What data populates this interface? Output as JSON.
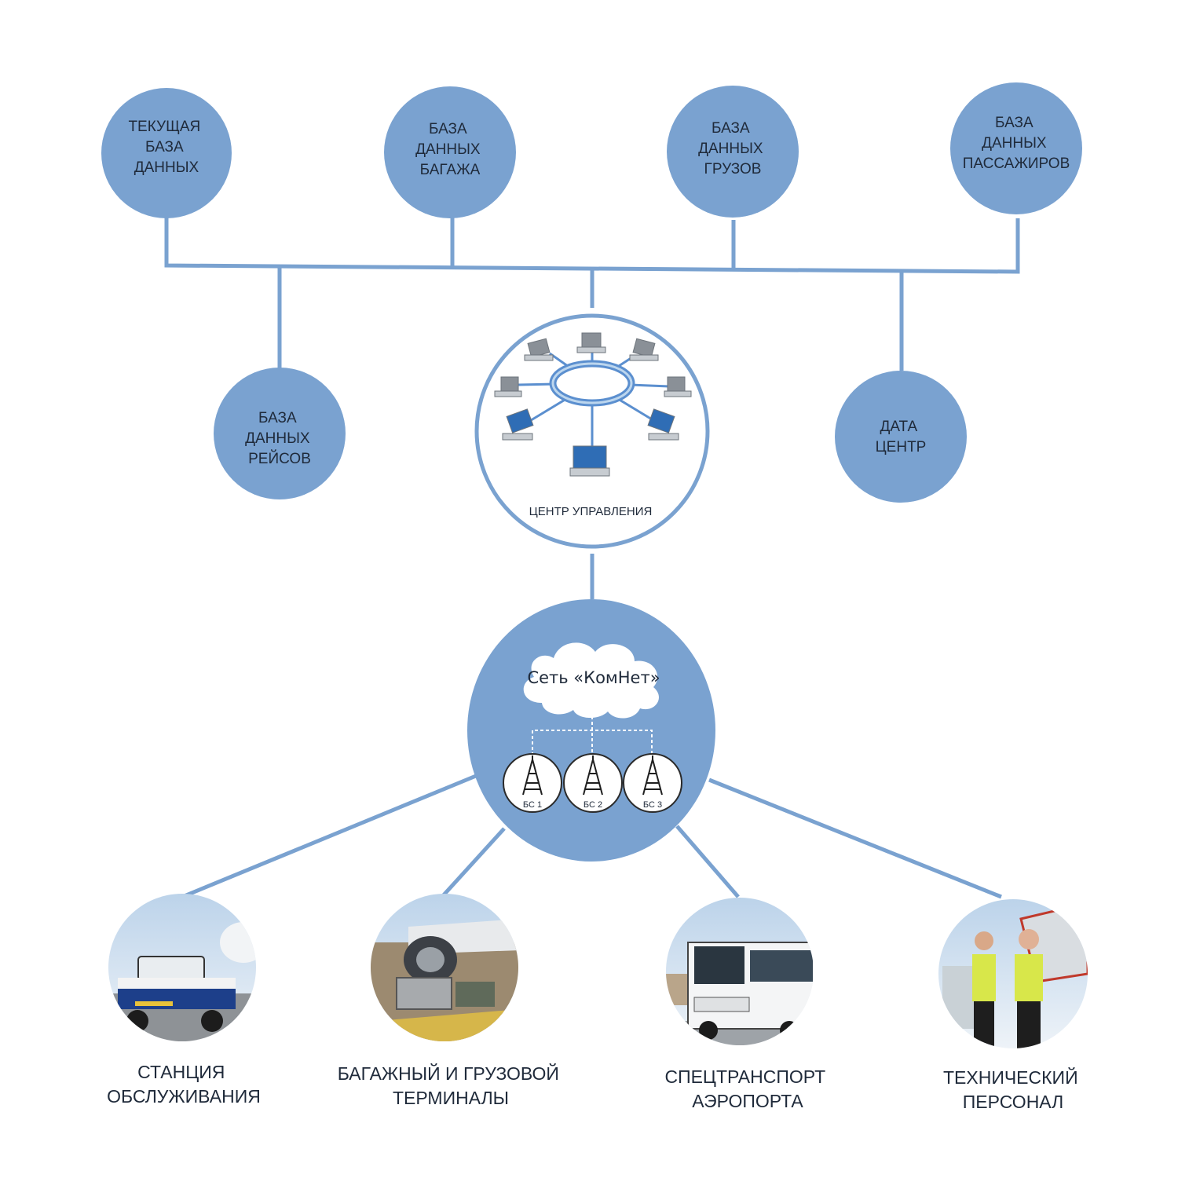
{
  "colors": {
    "node_fill": "#7aa2d0",
    "line": "#7aa2d0",
    "text": "#1f2a3a",
    "center_fill": "#ffffff"
  },
  "top_nodes": [
    {
      "lines": [
        "ТЕКУЩАЯ",
        "БАЗА",
        "ДАННЫХ"
      ]
    },
    {
      "lines": [
        "БАЗА",
        "ДАННЫХ",
        "БАГАЖА"
      ]
    },
    {
      "lines": [
        "БАЗА",
        "ДАННЫХ",
        "ГРУЗОВ"
      ]
    },
    {
      "lines": [
        "БАЗА",
        "ДАННЫХ",
        "ПАССАЖИРОВ"
      ]
    }
  ],
  "mid_nodes": [
    {
      "lines": [
        "БАЗА",
        "ДАННЫХ",
        "РЕЙСОВ"
      ]
    },
    {
      "lines": [
        "ДАТА",
        "ЦЕНТР"
      ]
    }
  ],
  "control_center": {
    "label": "ЦЕНТР УПРАВЛЕНИЯ",
    "icon": "ring-network-laptops-icon"
  },
  "network": {
    "label": "Сеть «КомНет»",
    "icon": "cloud-icon",
    "stations": [
      "БС 1",
      "БС 2",
      "БС 3"
    ],
    "station_icon": "radio-tower-icon"
  },
  "bottom_nodes": [
    {
      "lines": [
        "СТАНЦИЯ",
        "ОБСЛУЖИВАНИЯ"
      ],
      "image": "ground-service-vehicle-photo"
    },
    {
      "lines": [
        "БАГАЖНЫЙ И ГРУЗОВОЙ",
        "ТЕРМИНАЛЫ"
      ],
      "image": "baggage-cargo-loading-photo"
    },
    {
      "lines": [
        "СПЕЦТРАНСПОРТ",
        "АЭРОПОРТА"
      ],
      "image": "airport-bus-photo"
    },
    {
      "lines": [
        "ТЕХНИЧЕСКИЙ",
        "ПЕРСОНАЛ"
      ],
      "image": "technical-staff-photo"
    }
  ]
}
